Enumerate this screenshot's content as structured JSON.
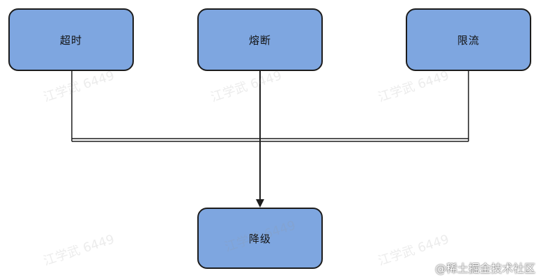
{
  "nodes": {
    "timeout": "超时",
    "circuit_breaker": "熔断",
    "rate_limit": "限流",
    "degrade": "降级"
  },
  "watermarks": [
    "江学武 6449",
    "江学武 6449",
    "江学武 6449",
    "江学武 6449",
    "江学武 6449",
    "江学武 6449"
  ],
  "credit": "@稀土掘金技术社区",
  "colors": {
    "node_fill": "#7ea6e0",
    "node_border": "#1c1c1c",
    "line": "#1c1c1c"
  }
}
